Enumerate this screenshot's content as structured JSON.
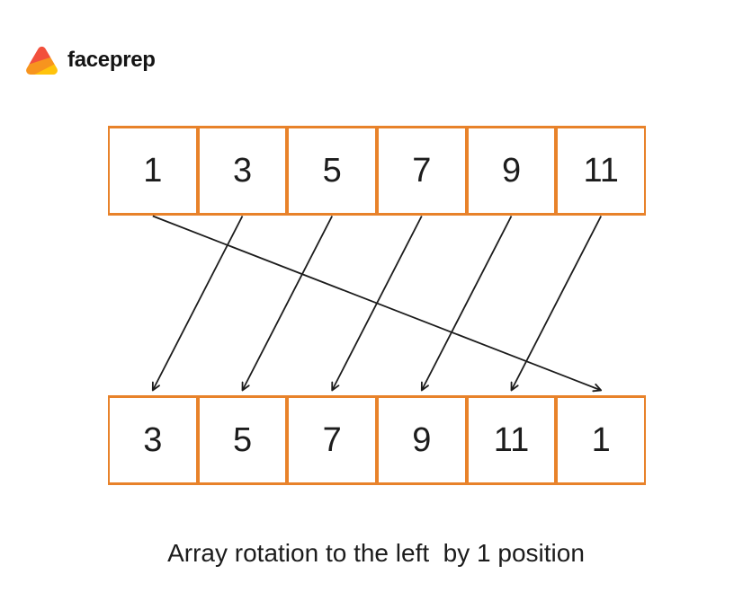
{
  "brand": {
    "name": "faceprep",
    "logo_colors": {
      "red": "#F2503C",
      "orange": "#F7941E",
      "yellow": "#FFC30B"
    }
  },
  "diagram": {
    "top_array": [
      "1",
      "3",
      "5",
      "7",
      "9",
      "11"
    ],
    "bottom_array": [
      "3",
      "5",
      "7",
      "9",
      "11",
      "1"
    ],
    "arrows": [
      {
        "from": 0,
        "to": 5
      },
      {
        "from": 1,
        "to": 0
      },
      {
        "from": 2,
        "to": 1
      },
      {
        "from": 3,
        "to": 2
      },
      {
        "from": 4,
        "to": 3
      },
      {
        "from": 5,
        "to": 4
      }
    ],
    "border_color": "#E8822A",
    "arrow_color": "#1C1C1C"
  },
  "caption": "Array rotation to the left  by 1 position"
}
